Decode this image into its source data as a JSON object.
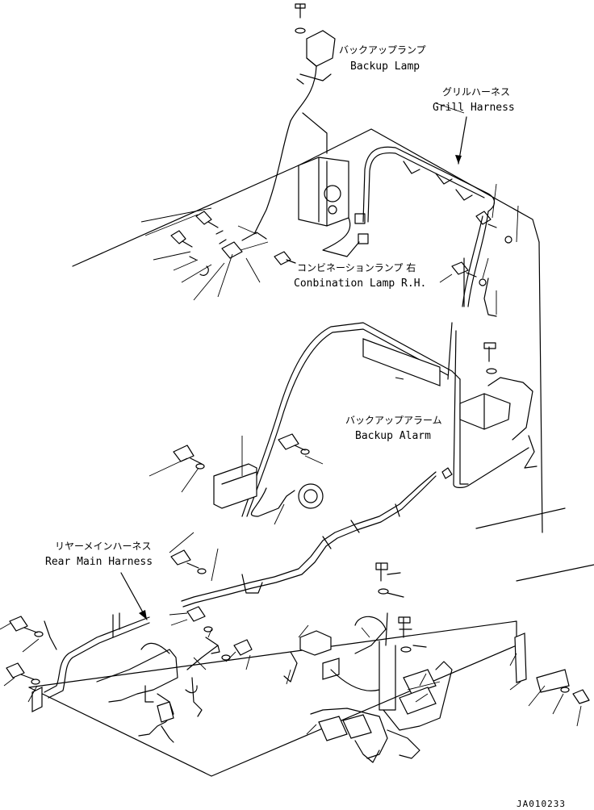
{
  "labels": {
    "backup_lamp_jp": "バックアップランプ",
    "backup_lamp_en": "Backup Lamp",
    "grill_harness_jp": "グリルハーネス",
    "grill_harness_en": "Grill Harness",
    "combination_lamp_jp": "コンビネーションランプ 右",
    "combination_lamp_en": "Conbination Lamp R.H.",
    "backup_alarm_jp": "バックアップアラーム",
    "backup_alarm_en": "Backup Alarm",
    "rear_main_harness_jp": "リヤーメインハーネス",
    "rear_main_harness_en": "Rear Main Harness"
  },
  "drawing_code": "JA010233"
}
